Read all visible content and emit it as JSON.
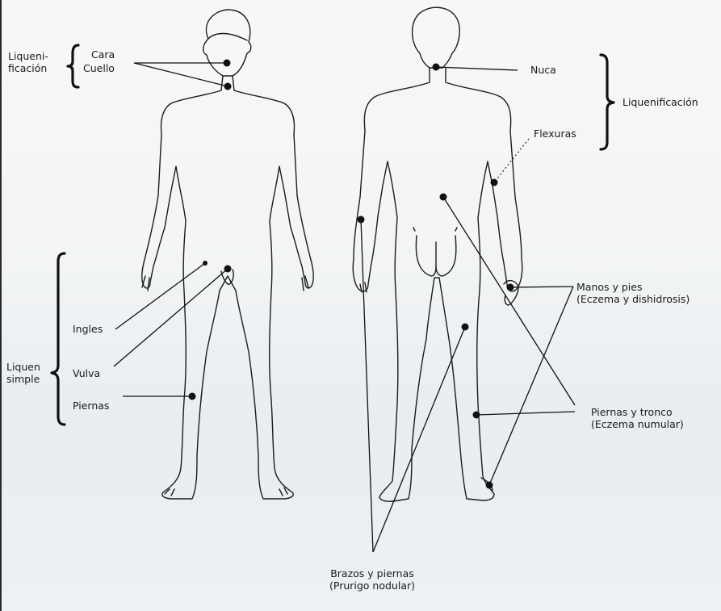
{
  "labels": {
    "left_group_top": {
      "line1": "Liqueni-",
      "line2": "ficación"
    },
    "cara": "Cara",
    "cuello": "Cuello",
    "nuca": "Nuca",
    "liquenificacion_right": "Liquenificación",
    "flexuras": "Flexuras",
    "liquen_simple": {
      "line1": "Liquen",
      "line2": "simple"
    },
    "ingles": "Ingles",
    "vulva": "Vulva",
    "piernas": "Piernas",
    "manos_pies": {
      "line1": "Manos y pies",
      "line2": "(Eczema y dishidrosis)"
    },
    "piernas_tronco": {
      "line1": "Piernas y tronco",
      "line2": "(Eczema numular)"
    },
    "brazos_piernas": {
      "line1": "Brazos y piernas",
      "line2": "(Prurigo nodular)"
    }
  }
}
